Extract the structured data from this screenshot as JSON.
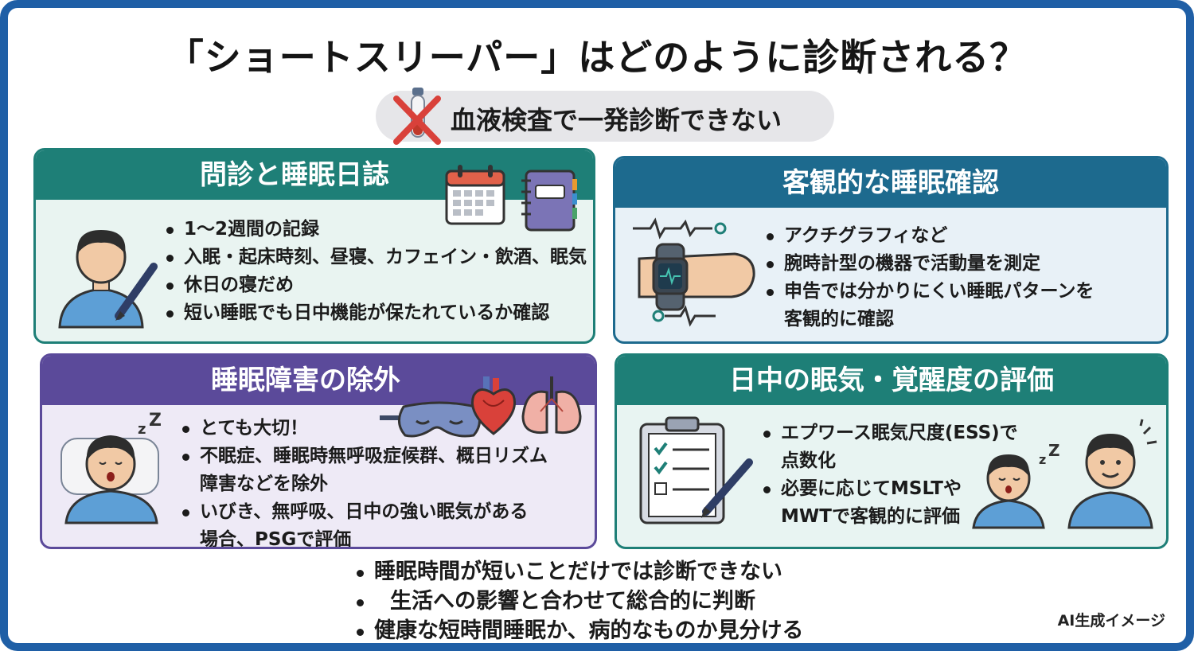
{
  "title": "「ショートスリーパー」はどのように診断される？",
  "pill": {
    "text": "血液検査で一発診断できない",
    "icon": "crossed-blood-tube-icon"
  },
  "cards": [
    {
      "heading": "問診と睡眠日誌",
      "color": "#1e7f77",
      "icons": [
        "calendar-icon",
        "notebook-icon",
        "person-writing-icon"
      ],
      "bullets": [
        "1〜2週間の記録",
        "入眠・起床時刻、昼寝、カフェイン・飲酒、眠気",
        "休日の寝だめ",
        "短い睡眠でも日中機能が保たれているか確認"
      ]
    },
    {
      "heading": "客観的な睡眠確認",
      "color": "#1d6a8e",
      "icons": [
        "wrist-tracker-icon",
        "heartbeat-wave-icon"
      ],
      "bullets": [
        "アクチグラフィなど",
        "腕時計型の機器で活動量を測定",
        "申告では分かりにくい睡眠パターンを",
        "客観的に確認"
      ]
    },
    {
      "heading": "睡眠障害の除外",
      "color": "#5b4a9a",
      "icons": [
        "sleep-mask-icon",
        "heart-icon",
        "lungs-icon",
        "sleeping-person-icon"
      ],
      "bullets": [
        "とても大切！",
        "不眠症、睡眠時無呼吸症候群、概日リズム",
        "障害などを除外",
        "いびき、無呼吸、日中の強い眠気がある",
        "場合、PSGで評価"
      ]
    },
    {
      "heading": "日中の眠気・覚醒度の評価",
      "color": "#1e7f77",
      "icons": [
        "checklist-clipboard-icon",
        "sleepy-person-icon",
        "alert-person-icon"
      ],
      "bullets": [
        "エプワース眠気尺度(ESS)で",
        "点数化",
        "必要に応じてMSLTや",
        "MWTで客観的に評価"
      ]
    }
  ],
  "summary": [
    "睡眠時間が短いことだけでは診断できない",
    "生活への影響と合わせて総合的に判断",
    "健康な短時間睡眠か、病的なものか見分ける"
  ],
  "note": "AI生成イメージ"
}
